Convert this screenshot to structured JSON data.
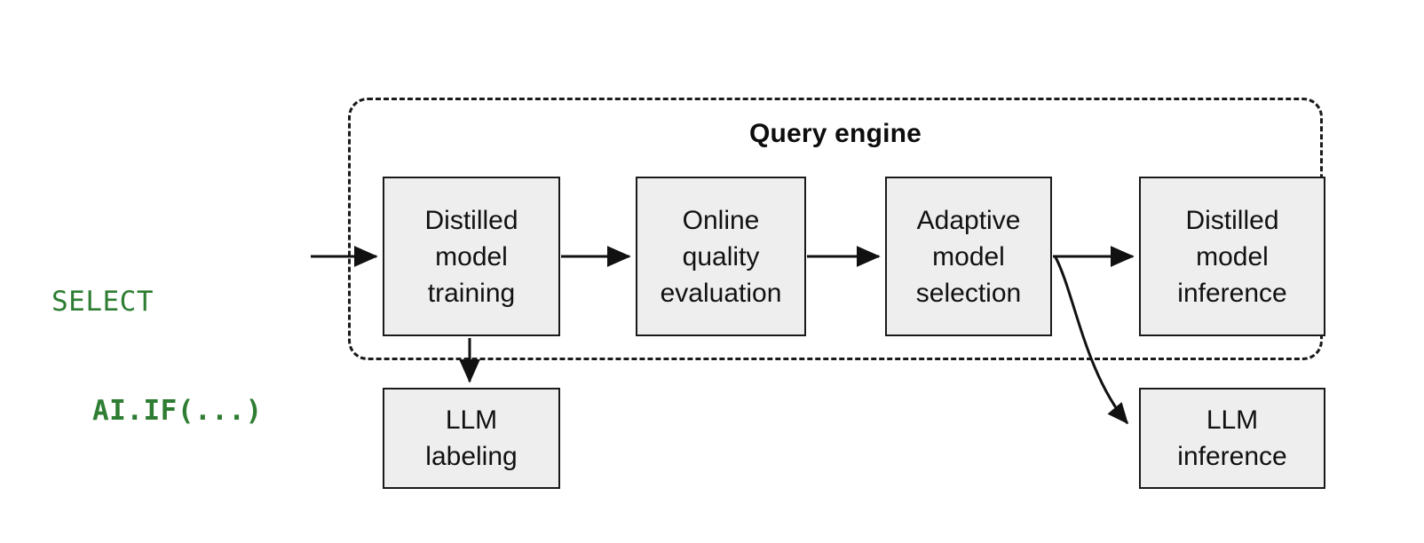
{
  "diagram": {
    "title": "Query engine",
    "background_color": "#ffffff",
    "node_fill": "#eeeeee",
    "node_stroke": "#1a1a1a",
    "sql_color": "#2e7d32",
    "query_input": {
      "line1": "SELECT",
      "line2": "AI.IF(...)"
    },
    "nodes": [
      {
        "id": "distilled-model-training",
        "label": "Distilled\nmodel\ntraining"
      },
      {
        "id": "online-quality-evaluation",
        "label": "Online\nquality\nevaluation"
      },
      {
        "id": "adaptive-model-selection",
        "label": "Adaptive\nmodel\nselection"
      },
      {
        "id": "distilled-model-inference",
        "label": "Distilled\nmodel\ninference"
      },
      {
        "id": "llm-labeling",
        "label": "LLM\nlabeling"
      },
      {
        "id": "llm-inference",
        "label": "LLM\ninference"
      }
    ],
    "edges": [
      {
        "from": "query-input",
        "to": "distilled-model-training",
        "style": "straight"
      },
      {
        "from": "distilled-model-training",
        "to": "online-quality-evaluation",
        "style": "straight"
      },
      {
        "from": "online-quality-evaluation",
        "to": "adaptive-model-selection",
        "style": "straight"
      },
      {
        "from": "adaptive-model-selection",
        "to": "distilled-model-inference",
        "style": "straight"
      },
      {
        "from": "distilled-model-training",
        "to": "llm-labeling",
        "style": "straight-down"
      },
      {
        "from": "adaptive-model-selection",
        "to": "llm-inference",
        "style": "curved"
      }
    ]
  }
}
